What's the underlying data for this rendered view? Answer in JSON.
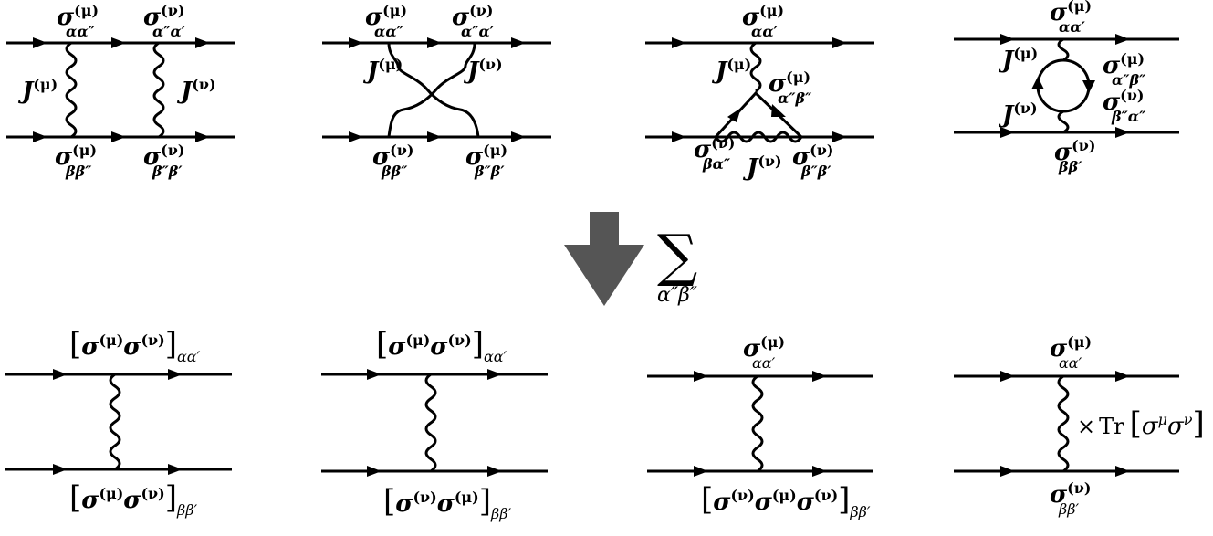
{
  "sum_symbol": "∑",
  "sum_index": "α″β″",
  "top_diagrams": [
    {
      "labels": {
        "top_left": {
          "base": "σ",
          "sup": "(μ)",
          "sub": "αα″"
        },
        "top_right": {
          "base": "σ",
          "sup": "(ν)",
          "sub": "α″α′"
        },
        "bottom_left": {
          "base": "σ",
          "sup": "(μ)",
          "sub": "ββ″"
        },
        "bottom_right": {
          "base": "σ",
          "sup": "(ν)",
          "sub": "β″β′"
        },
        "j_left": {
          "base": "J",
          "sup": "(μ)"
        },
        "j_right": {
          "base": "J",
          "sup": "(ν)"
        }
      }
    },
    {
      "labels": {
        "top_left": {
          "base": "σ",
          "sup": "(μ)",
          "sub": "αα″"
        },
        "top_right": {
          "base": "σ",
          "sup": "(ν)",
          "sub": "α″α′"
        },
        "bottom_left": {
          "base": "σ",
          "sup": "(ν)",
          "sub": "ββ″"
        },
        "bottom_right": {
          "base": "σ",
          "sup": "(μ)",
          "sub": "β″β′"
        },
        "j_left": {
          "base": "J",
          "sup": "(μ)"
        },
        "j_right": {
          "base": "J",
          "sup": "(ν)"
        }
      }
    },
    {
      "labels": {
        "top": {
          "base": "σ",
          "sup": "(μ)",
          "sub": "αα′"
        },
        "j_top": {
          "base": "J",
          "sup": "(μ)"
        },
        "vertex_right": {
          "base": "σ",
          "sup": "(μ)",
          "sub": "α″β″"
        },
        "bottom_left": {
          "base": "σ",
          "sup": "(ν)",
          "sub": "βα″"
        },
        "j_bottom": {
          "base": "J",
          "sup": "(ν)"
        },
        "bottom_right": {
          "base": "σ",
          "sup": "(ν)",
          "sub": "β″β′"
        }
      }
    },
    {
      "labels": {
        "top": {
          "base": "σ",
          "sup": "(μ)",
          "sub": "αα′"
        },
        "j_top": {
          "base": "J",
          "sup": "(μ)"
        },
        "loop_upper": {
          "base": "σ",
          "sup": "(μ)",
          "sub": "α″β″"
        },
        "loop_lower": {
          "base": "σ",
          "sup": "(ν)",
          "sub": "β″α″"
        },
        "j_bottom": {
          "base": "J",
          "sup": "(ν)"
        },
        "bottom": {
          "base": "σ",
          "sup": "(ν)",
          "sub": "ββ′"
        }
      }
    }
  ],
  "bottom_diagrams": [
    {
      "top_label": {
        "sigmas": [
          {
            "base": "σ",
            "sup": "(μ)"
          },
          {
            "base": "σ",
            "sup": "(ν)"
          }
        ],
        "sub": "αα′",
        "bracketed": true
      },
      "bottom_label": {
        "sigmas": [
          {
            "base": "σ",
            "sup": "(μ)"
          },
          {
            "base": "σ",
            "sup": "(ν)"
          }
        ],
        "sub": "ββ′",
        "bracketed": true
      }
    },
    {
      "top_label": {
        "sigmas": [
          {
            "base": "σ",
            "sup": "(μ)"
          },
          {
            "base": "σ",
            "sup": "(ν)"
          }
        ],
        "sub": "αα′",
        "bracketed": true
      },
      "bottom_label": {
        "sigmas": [
          {
            "base": "σ",
            "sup": "(ν)"
          },
          {
            "base": "σ",
            "sup": "(μ)"
          }
        ],
        "sub": "ββ′",
        "bracketed": true
      }
    },
    {
      "top_label": {
        "sigmas": [
          {
            "base": "σ",
            "sup": "(μ)"
          }
        ],
        "sub": "αα′",
        "bracketed": false
      },
      "bottom_label": {
        "sigmas": [
          {
            "base": "σ",
            "sup": "(ν)"
          },
          {
            "base": "σ",
            "sup": "(μ)"
          },
          {
            "base": "σ",
            "sup": "(ν)"
          }
        ],
        "sub": "ββ′",
        "bracketed": true
      }
    },
    {
      "top_label": {
        "sigmas": [
          {
            "base": "σ",
            "sup": "(μ)"
          }
        ],
        "sub": "αα′",
        "bracketed": false
      },
      "bottom_label": {
        "sigmas": [
          {
            "base": "σ",
            "sup": "(ν)"
          }
        ],
        "sub": "ββ′",
        "bracketed": false
      },
      "trace_factor": {
        "times": "×",
        "tr": "Tr",
        "sigmas": [
          {
            "base": "σ",
            "sup": "μ"
          },
          {
            "base": "σ",
            "sup": "ν"
          }
        ]
      }
    }
  ]
}
